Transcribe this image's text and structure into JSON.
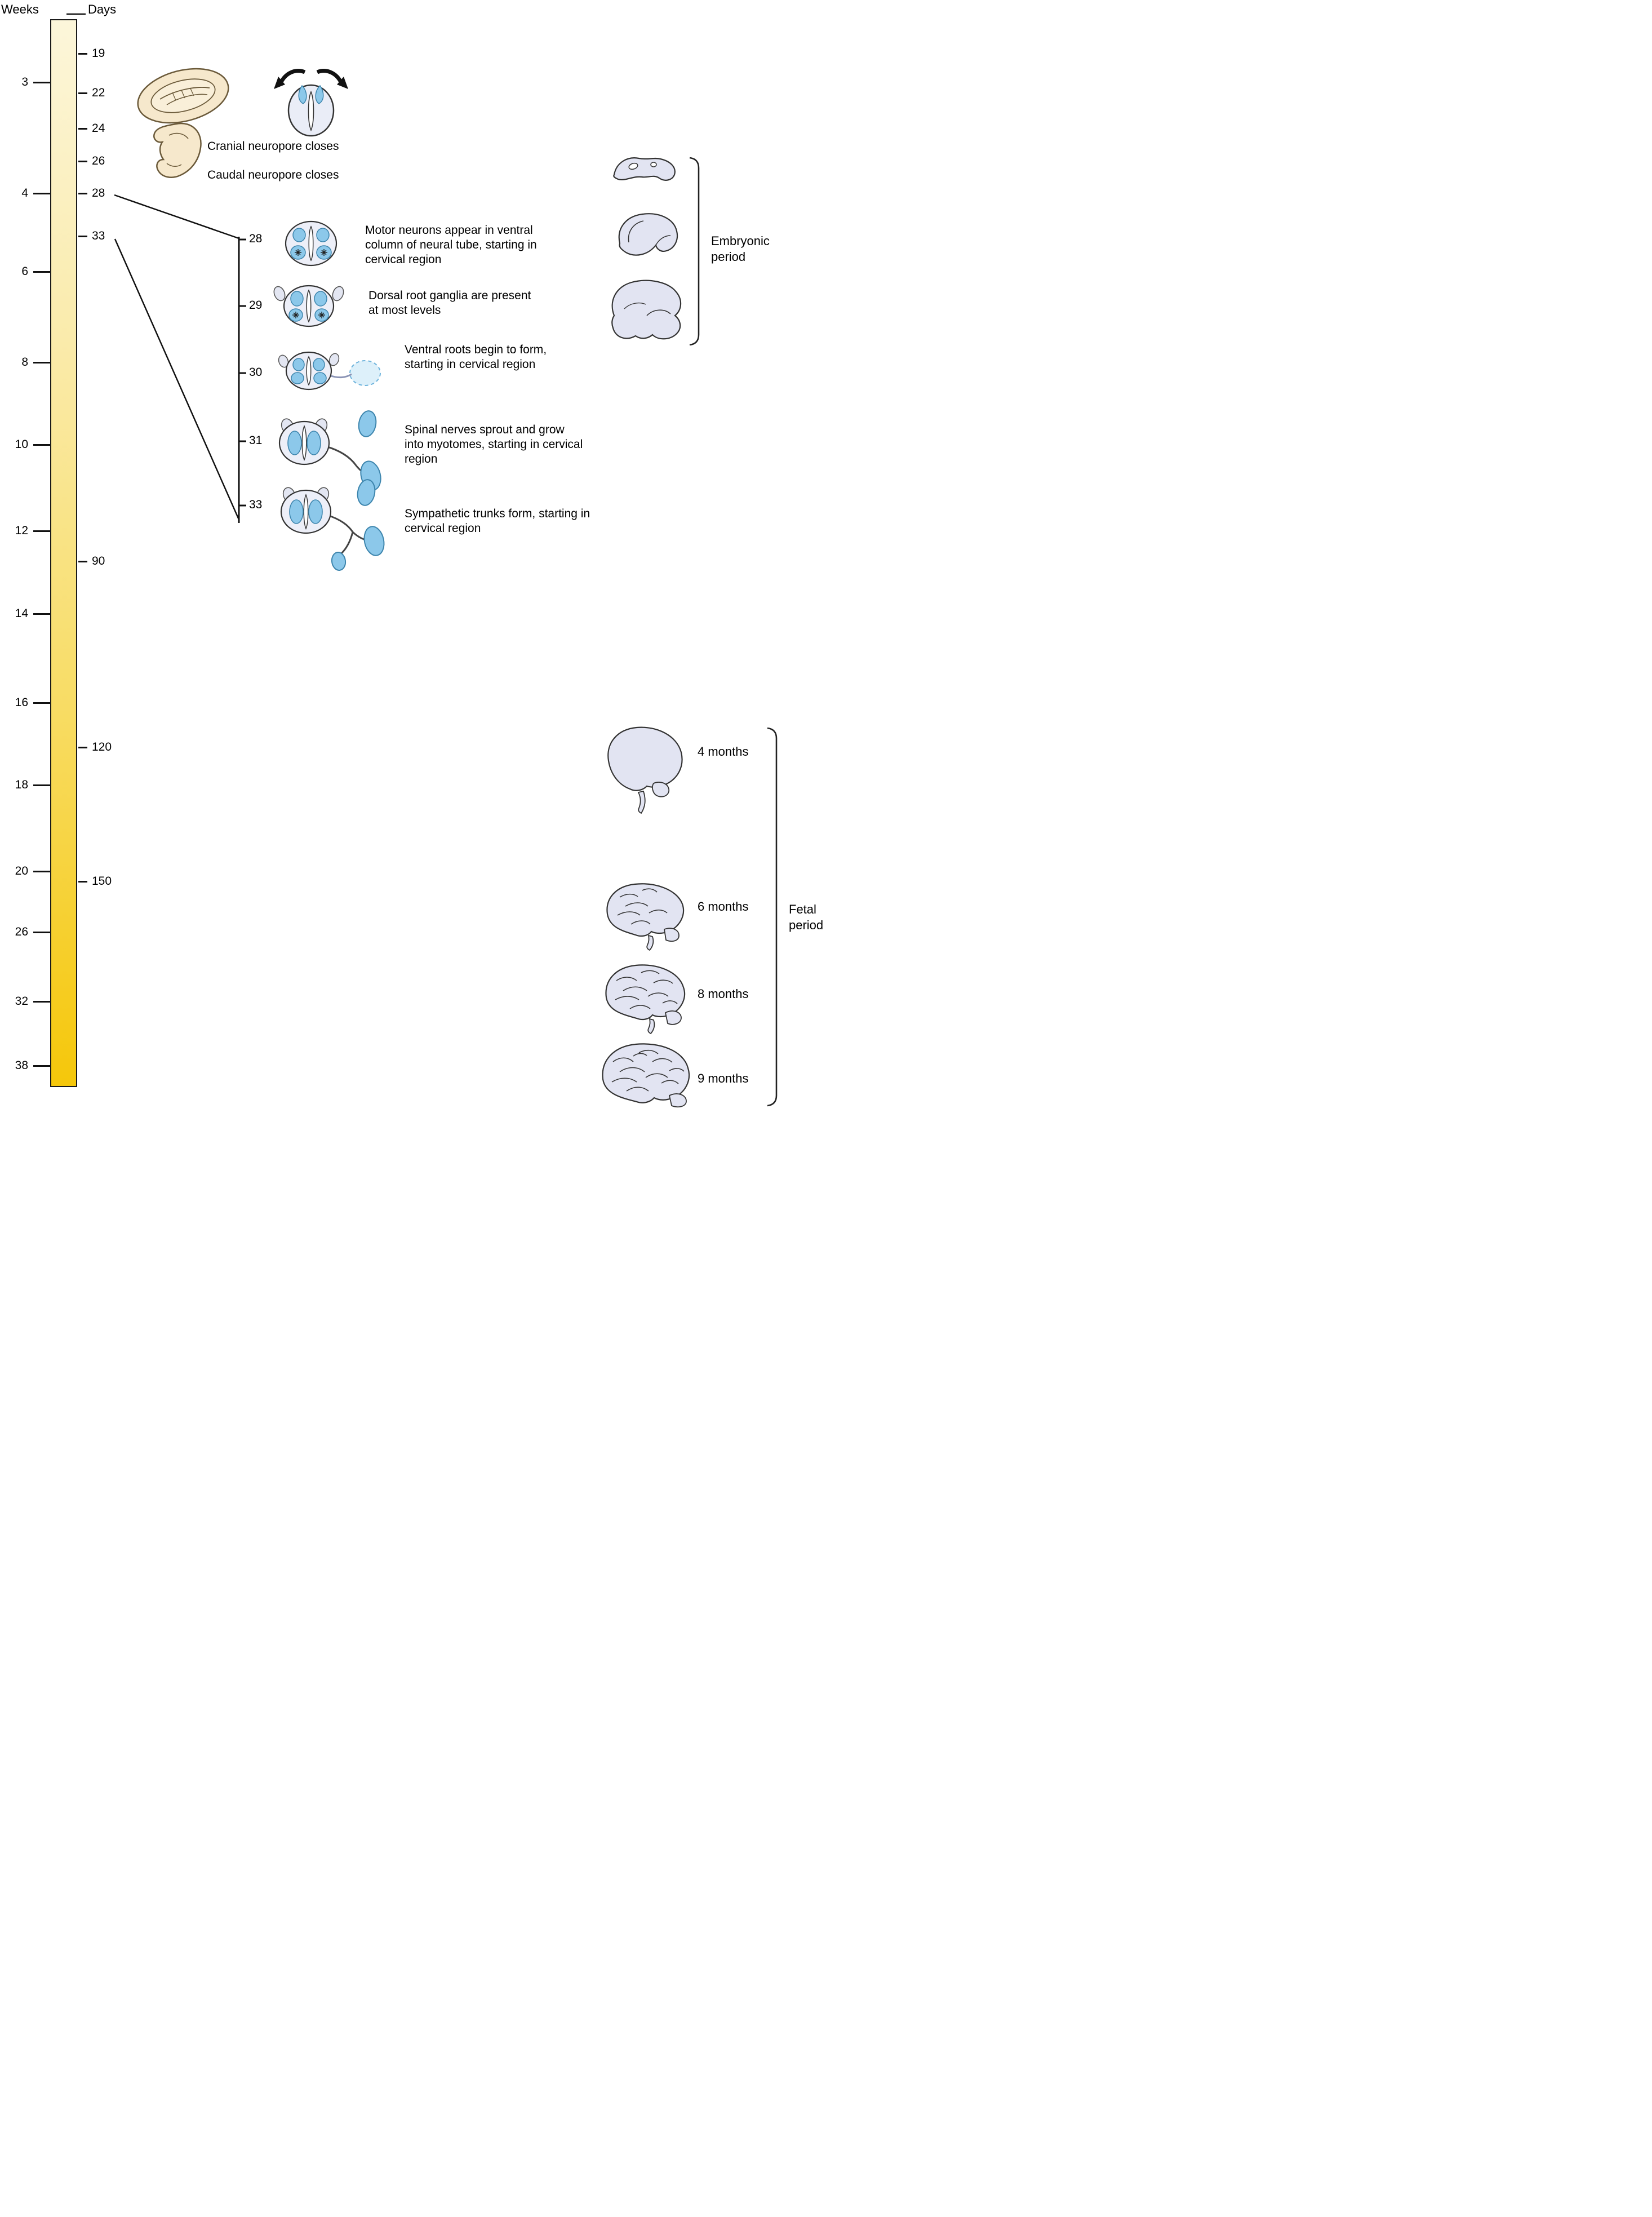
{
  "figure": {
    "axis": {
      "weeks_title": "Weeks",
      "days_title": "Days",
      "week_ticks": [
        "3",
        "4",
        "6",
        "8",
        "10",
        "12",
        "14",
        "16",
        "18",
        "20",
        "26",
        "32",
        "38"
      ],
      "day_ticks": [
        "19",
        "22",
        "24",
        "26",
        "28",
        "33",
        "90",
        "120",
        "150"
      ]
    },
    "events": {
      "cranial": "Cranial neuropore closes",
      "caudal": "Caudal neuropore closes"
    },
    "detail": {
      "entries": [
        {
          "day": "28",
          "text": "Motor neurons appear in ventral column of neural tube, starting in cervical region"
        },
        {
          "day": "29",
          "text": "Dorsal root ganglia are present at most levels"
        },
        {
          "day": "30",
          "text": "Ventral roots begin to form, starting in cervical region"
        },
        {
          "day": "31",
          "text": "Spinal nerves sprout and grow into myotomes, starting in cervical region"
        },
        {
          "day": "33",
          "text": "Sympathetic trunks form, starting in cervical region"
        }
      ]
    },
    "periods": {
      "embryonic": "Embryonic period",
      "fetal": "Fetal period"
    },
    "fetal_stages": [
      "4 months",
      "6 months",
      "8 months",
      "9 months"
    ],
    "colors": {
      "bar_top": "#FCF6DA",
      "bar_bottom": "#F5C70A",
      "neural_blue": "#8CC8EA",
      "tissue_lavender": "#E8EBF6",
      "brain_lavender": "#E2E4F2",
      "embryo_beige": "#F6E8CC"
    }
  }
}
